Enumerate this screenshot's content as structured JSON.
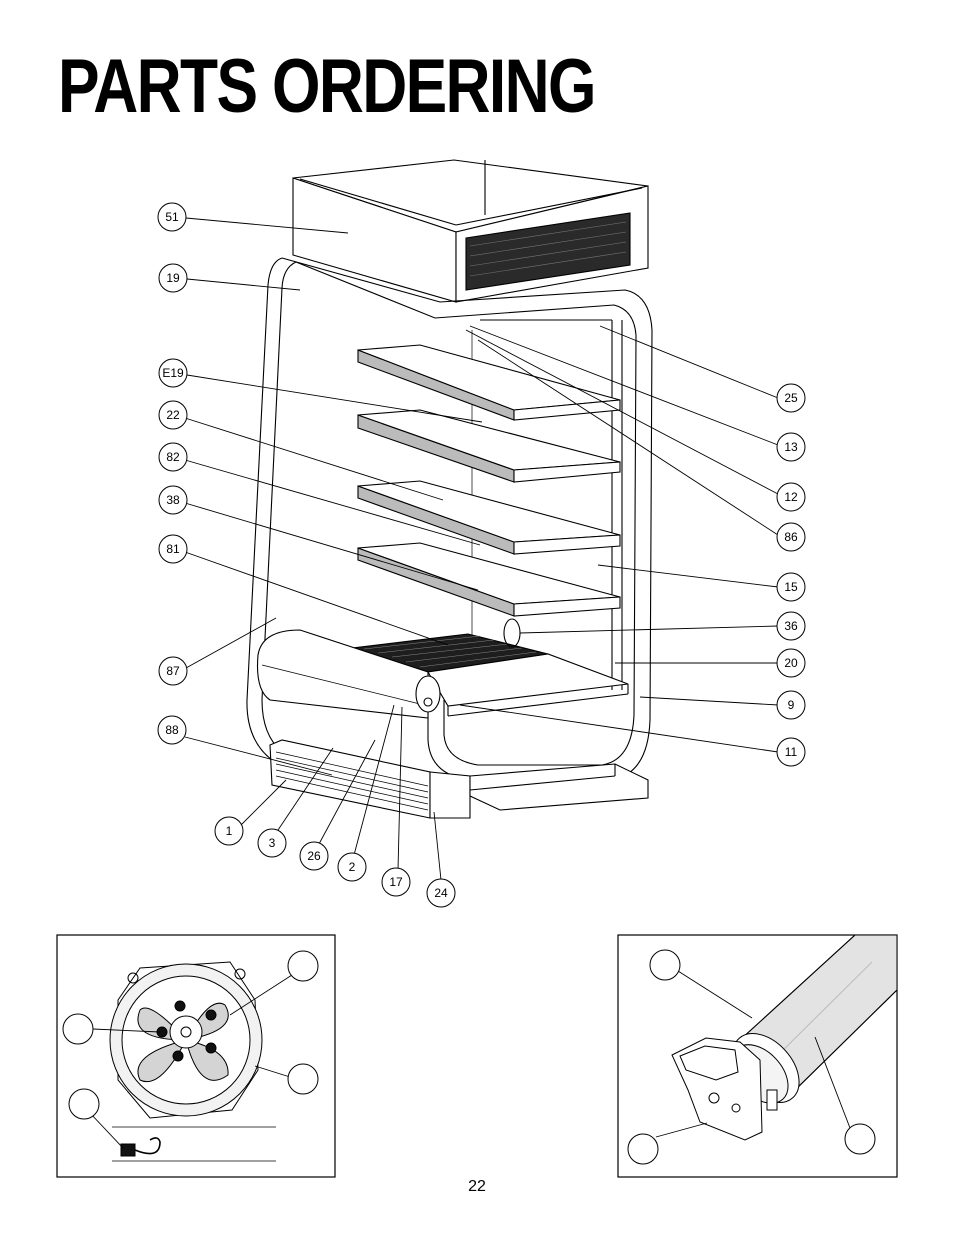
{
  "page": {
    "title": "PARTS ORDERING",
    "page_number": "22"
  },
  "callouts": [
    {
      "id": "51"
    },
    {
      "id": "19"
    },
    {
      "id": "E19"
    },
    {
      "id": "22"
    },
    {
      "id": "82"
    },
    {
      "id": "38"
    },
    {
      "id": "81"
    },
    {
      "id": "87"
    },
    {
      "id": "88"
    },
    {
      "id": "25"
    },
    {
      "id": "13"
    },
    {
      "id": "12"
    },
    {
      "id": "86"
    },
    {
      "id": "15"
    },
    {
      "id": "36"
    },
    {
      "id": "20"
    },
    {
      "id": "9"
    },
    {
      "id": "11"
    },
    {
      "id": "1"
    },
    {
      "id": "3"
    },
    {
      "id": "26"
    },
    {
      "id": "2"
    },
    {
      "id": "17"
    },
    {
      "id": "24"
    }
  ],
  "detail_fan": {
    "icon": "evaporator-fan-assembly-icon",
    "callouts": [
      "",
      "",
      "",
      ""
    ]
  },
  "detail_lamp": {
    "icon": "fluorescent-lamp-holder-icon",
    "callouts": [
      "",
      "",
      ""
    ]
  }
}
